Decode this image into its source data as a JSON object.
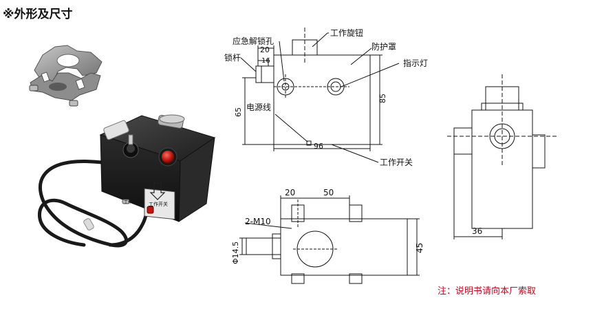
{
  "title": "※外形及尺寸",
  "note": "注：说明书请向本厂索取",
  "photo": {
    "box_label_line1": "工作开关",
    "box_label_line2": "工作开关"
  },
  "front_view": {
    "label_work_knob": "工作旋钮",
    "label_guard": "防护罩",
    "label_emergency": "应急解锁孔",
    "label_indicator": "指示灯",
    "label_lock_rod": "锁杆",
    "label_power_cord": "电源线",
    "label_work_switch": "工作开关",
    "dim_20": "20",
    "dim_16": "16",
    "dim_65": "65",
    "dim_85": "85",
    "dim_96": "96"
  },
  "top_view": {
    "dim_20": "20",
    "dim_50": "50",
    "thread_label": "2-M10",
    "dim_phi": "Φ14.5",
    "dim_45": "45"
  },
  "side_view": {
    "dim_36": "36"
  }
}
